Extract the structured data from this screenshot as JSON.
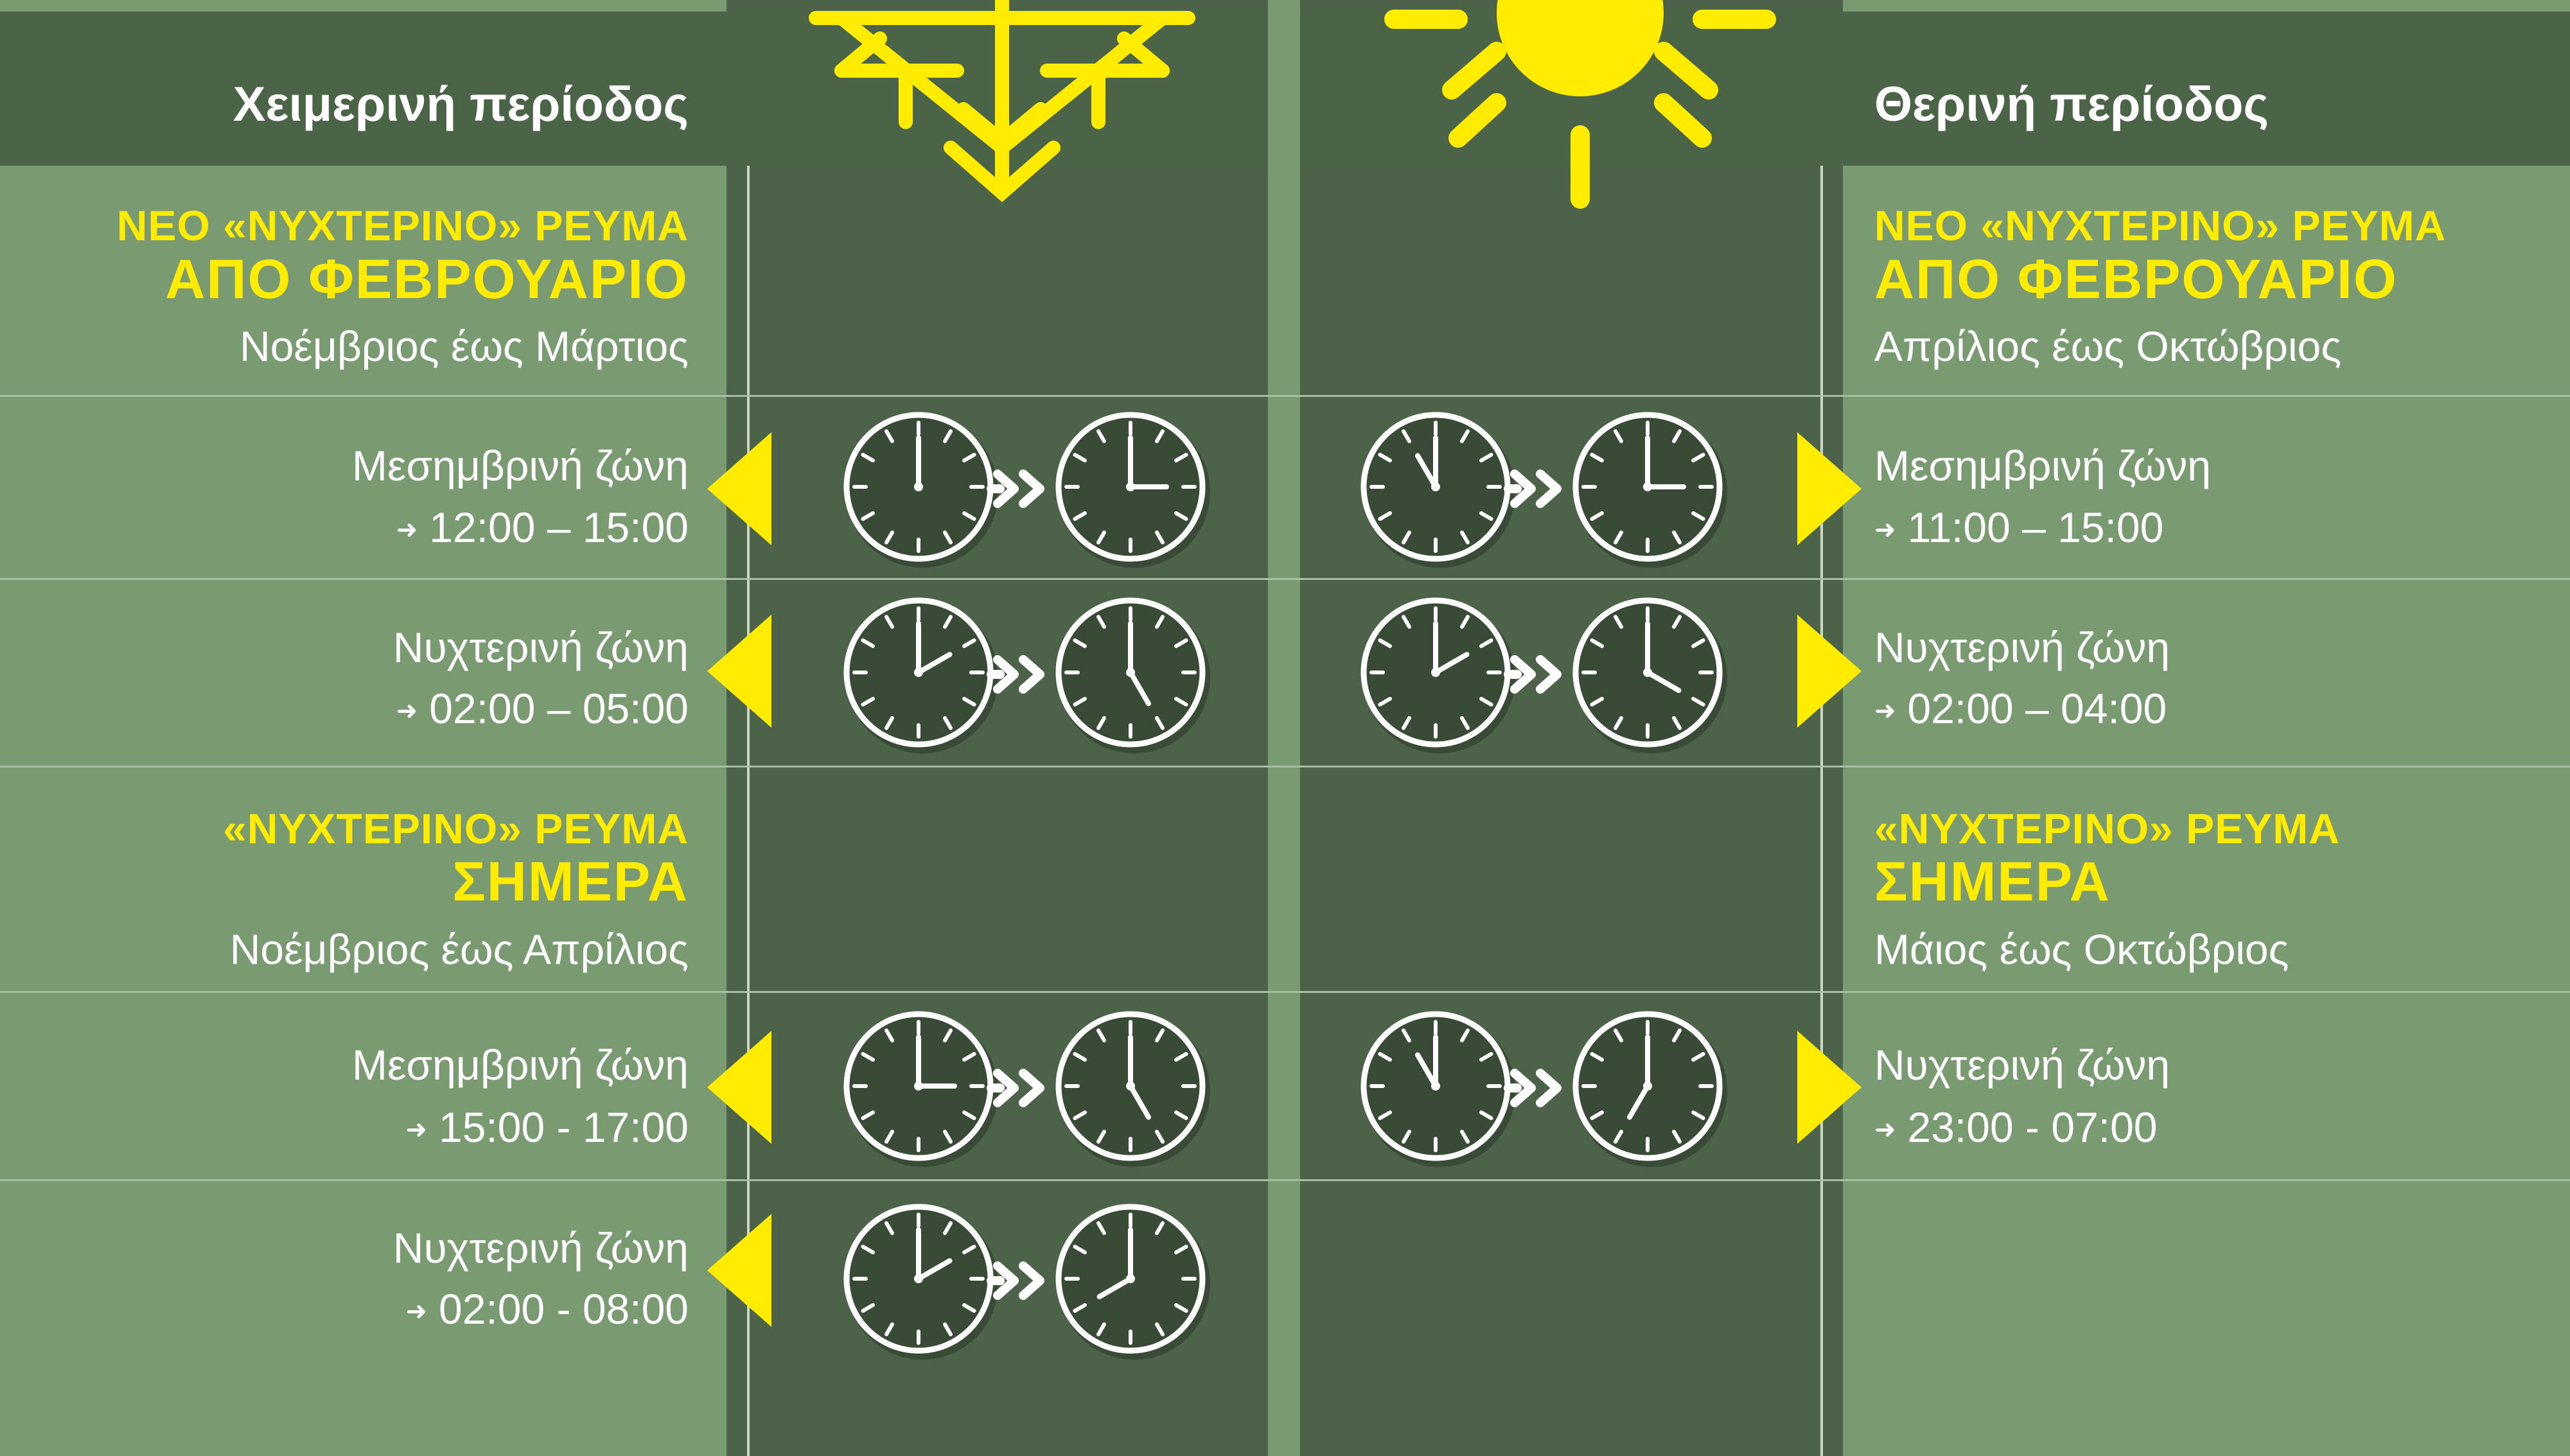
{
  "colors": {
    "panel_light": "#7a9a72",
    "panel_dark": "#4d6349",
    "header": "#4b6447",
    "accent_yellow": "#ffec00",
    "white": "#ffffff"
  },
  "winter": {
    "header": "Χειμερινή περίοδος",
    "icon": "snowflake-icon",
    "new_block": {
      "line1": "ΝΕΟ «ΝΥΧΤΕΡΙΝΟ» ΡΕΥΜΑ",
      "line2": "ΑΠΟ ΦΕΒΡΟΥΑΡΙΟ",
      "months": "Νοέμβριος έως Μάρτιος"
    },
    "new_rows": [
      {
        "zone": "Μεσημβρινή ζώνη",
        "arrow": "➜",
        "time": "12:00 – 15:00",
        "clock_from": "12:00",
        "clock_to": "15:00"
      },
      {
        "zone": "Νυχτερινή ζώνη",
        "arrow": "➜",
        "time": "02:00 – 05:00",
        "clock_from": "02:00",
        "clock_to": "05:00"
      }
    ],
    "current_block": {
      "line1": "«ΝΥΧΤΕΡΙΝΟ» ΡΕΥΜΑ",
      "line2": "ΣΗΜΕΡΑ",
      "months": "Νοέμβριος έως Απρίλιος"
    },
    "current_rows": [
      {
        "zone": "Μεσημβρινή ζώνη",
        "arrow": "➜",
        "time": "15:00 - 17:00",
        "clock_from": "15:00",
        "clock_to": "17:00"
      },
      {
        "zone": "Νυχτερινή ζώνη",
        "arrow": "➜",
        "time": "02:00 - 08:00",
        "clock_from": "02:00",
        "clock_to": "08:00"
      }
    ]
  },
  "summer": {
    "header": "Θερινή περίοδος",
    "icon": "sun-icon",
    "new_block": {
      "line1": "ΝΕΟ «ΝΥΧΤΕΡΙΝΟ» ΡΕΥΜΑ",
      "line2": "ΑΠΟ ΦΕΒΡΟΥΑΡΙΟ",
      "months": "Απρίλιος έως Οκτώβριος"
    },
    "new_rows": [
      {
        "zone": "Μεσημβρινή ζώνη",
        "arrow": "➜",
        "time": "11:00 – 15:00",
        "clock_from": "11:00",
        "clock_to": "15:00"
      },
      {
        "zone": "Νυχτερινή ζώνη",
        "arrow": "➜",
        "time": "02:00 – 04:00",
        "clock_from": "02:00",
        "clock_to": "04:00"
      }
    ],
    "current_block": {
      "line1": "«ΝΥΧΤΕΡΙΝΟ» ΡΕΥΜΑ",
      "line2": "ΣΗΜΕΡΑ",
      "months": "Μάιος έως Οκτώβριος"
    },
    "current_rows": [
      {
        "zone": "Νυχτερινή ζώνη",
        "arrow": "➜",
        "time": "23:00 - 07:00",
        "clock_from": "23:00",
        "clock_to": "07:00"
      }
    ]
  }
}
